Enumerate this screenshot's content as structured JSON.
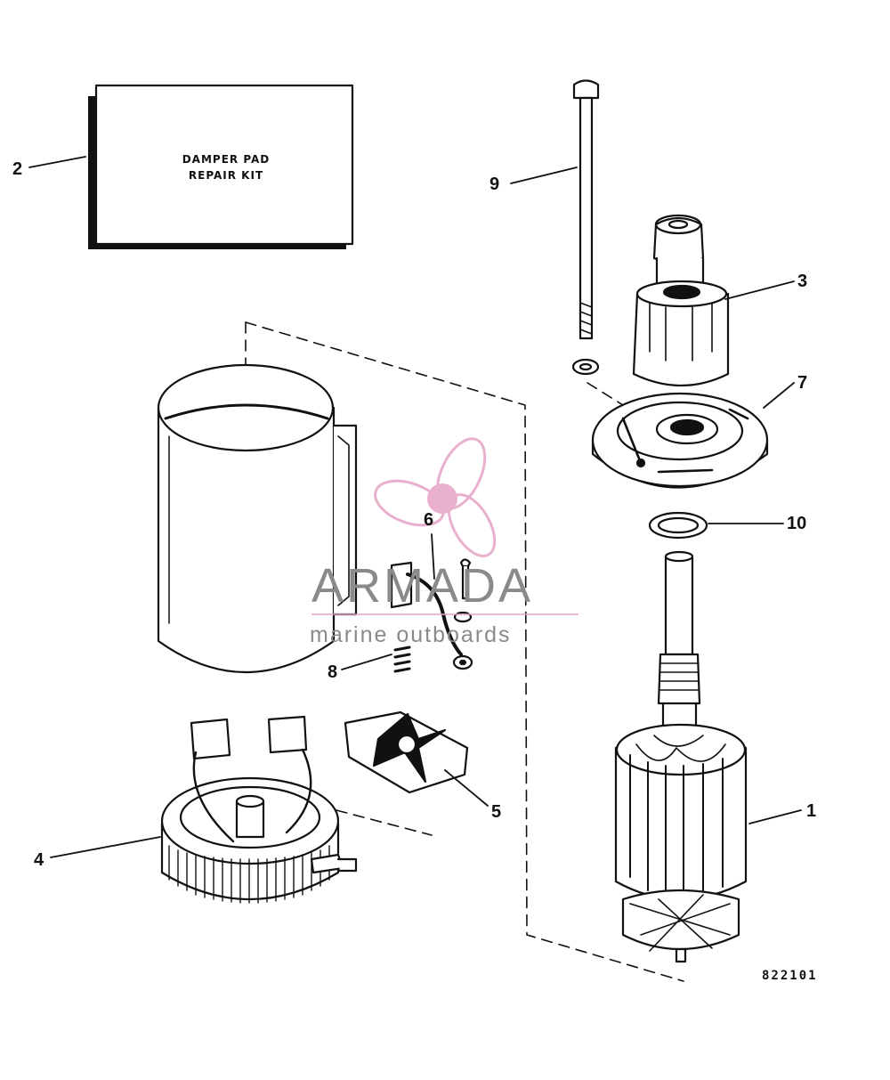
{
  "callouts": {
    "p1": "1",
    "p2": "2",
    "p3": "3",
    "p4": "4",
    "p5": "5",
    "p6": "6",
    "p7": "7",
    "p8": "8",
    "p9": "9",
    "p10": "10"
  },
  "kit_label": {
    "line1": "DAMPER PAD",
    "line2": "REPAIR KIT"
  },
  "reference_code": "822101",
  "watermark": {
    "brand": "ARMADA",
    "tagline": "marine outboards",
    "color": "#e6a3c6"
  },
  "colors": {
    "ink": "#111111",
    "paper": "#ffffff",
    "watermark_text": "#8a8a8a"
  }
}
